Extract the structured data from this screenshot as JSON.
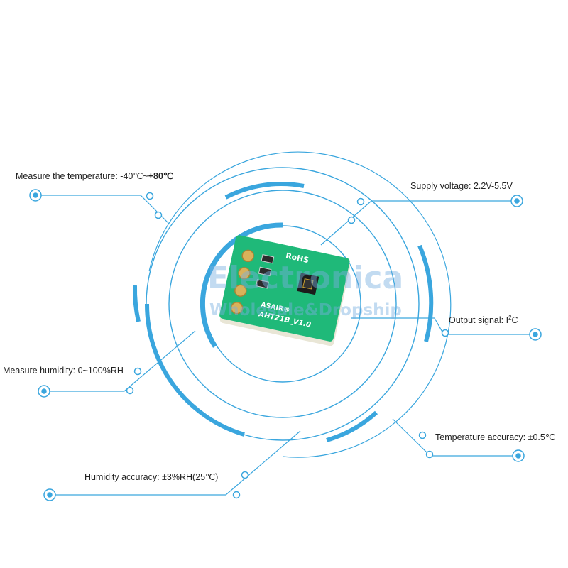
{
  "specs": {
    "temperature_range": {
      "label": "Measure the temperature: ",
      "value_prefix": "-40℃~",
      "value_bold": "+80℃"
    },
    "supply_voltage": "Supply voltage: 2.2V-5.5V",
    "output_signal": {
      "label": "Output signal:  I",
      "sup": "2",
      "suffix": "C"
    },
    "humidity_range": "Measure humidity: 0~100%RH",
    "temperature_accuracy": "Temperature accuracy: ±0.5℃",
    "humidity_accuracy": "Humidity accuracy:  ±3%RH(25℃)"
  },
  "board": {
    "rohs": "RoHS",
    "brand": "ASAIR®",
    "model": "AHT21B_V1.0"
  },
  "watermark": {
    "name": "Electronica",
    "tagline": "Wholesale&Dropship"
  },
  "colors": {
    "accent": "#3aa6de",
    "board_green": "#1fb979",
    "text": "#222222"
  }
}
